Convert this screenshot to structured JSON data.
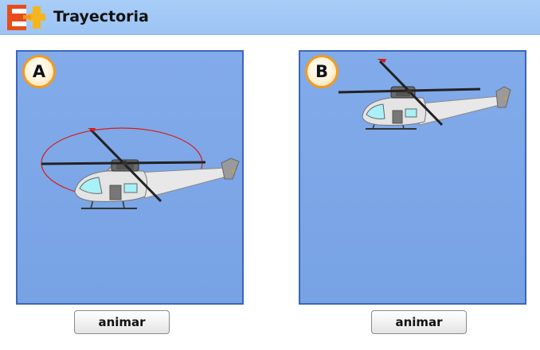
{
  "header": {
    "title": "Trayectoria",
    "logo_icon": "e-plus-logo-icon"
  },
  "panels": [
    {
      "id": "A",
      "label": "A",
      "trajectory": "circular"
    },
    {
      "id": "B",
      "label": "B",
      "trajectory": "none"
    }
  ],
  "buttons": {
    "animate_a": "animar",
    "animate_b": "animar"
  },
  "colors": {
    "header_bg": "#a8cdf7",
    "panel_bg": "#82abea",
    "badge_border": "#f39a1c",
    "trajectory": "#d81b1b"
  }
}
